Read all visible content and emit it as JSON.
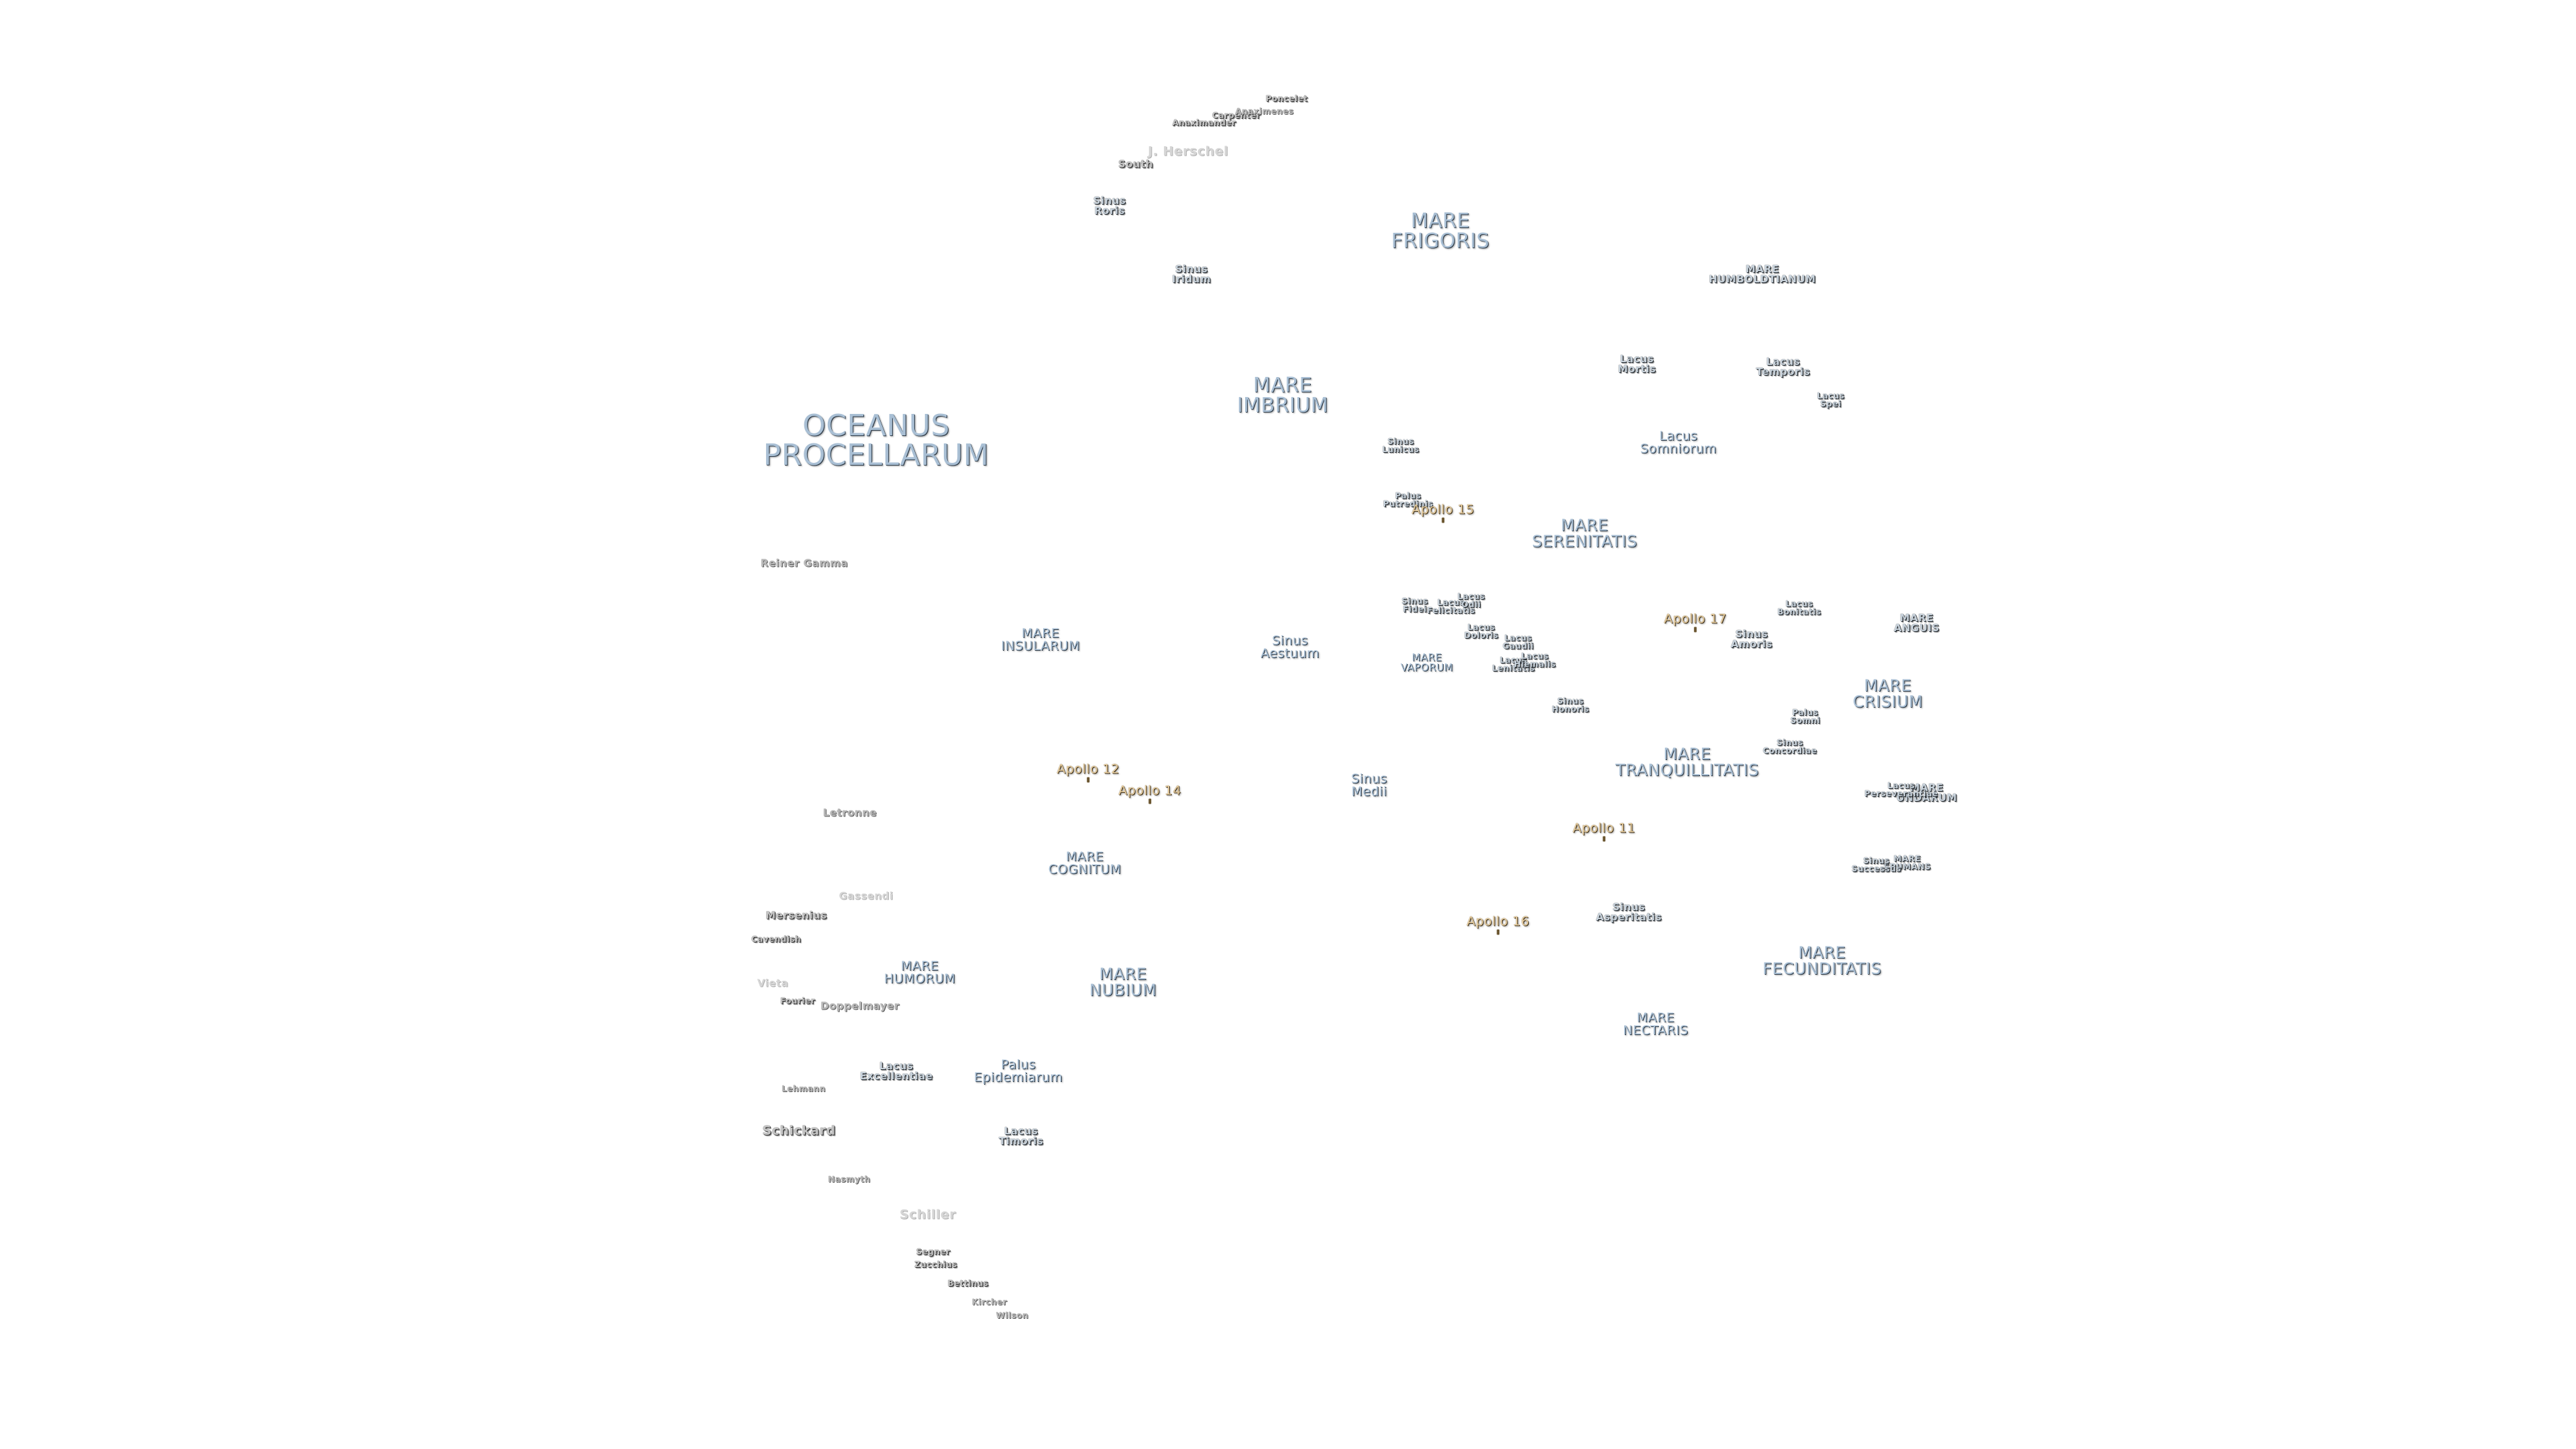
{
  "maria": {
    "oceanus_procellarum": "OCEANUS\nPROCELLARUM",
    "mare_frigoris": "MARE\nFRIGORIS",
    "mare_imbrium": "MARE\nIMBRIUM",
    "mare_serenitatis": "MARE\nSERENITATIS",
    "mare_tranquillitatis": "MARE\nTRANQUILLITATIS",
    "mare_crisium": "MARE\nCRISIUM",
    "mare_fecunditatis": "MARE\nFECUNDITATIS",
    "mare_nectaris": "MARE\nNECTARIS",
    "mare_nubium": "MARE\nNUBIUM",
    "mare_humorum": "MARE\nHUMORUM",
    "mare_cognitum": "MARE\nCOGNITUM",
    "mare_insularum": "MARE\nINSULARUM",
    "mare_vaporum": "MARE\nVAPORUM",
    "mare_humboldtianum": "MARE\nHUMBOLDTIANUM",
    "mare_anguis": "MARE\nANGUIS",
    "mare_undarum": "MARE\nUNDARUM",
    "mare_spumans": "MARE\nSPUMANS"
  },
  "features": {
    "sinus_roris": "Sinus\nRoris",
    "sinus_iridum": "Sinus\nIridum",
    "sinus_aestuum": "Sinus\nAestuum",
    "sinus_medii": "Sinus\nMedii",
    "sinus_lunicus": "Sinus\nLunicus",
    "sinus_fidei": "Sinus\nFidei",
    "sinus_honoris": "Sinus\nHonoris",
    "sinus_amoris": "Sinus\nAmoris",
    "sinus_concordiae": "Sinus\nConcordiae",
    "sinus_successus": "Sinus\nSuccessus",
    "sinus_asperitatis": "Sinus\nAsperitatis",
    "lacus_mortis": "Lacus\nMortis",
    "lacus_temporis": "Lacus\nTemporis",
    "lacus_spei": "Lacus\nSpei",
    "lacus_somniorum": "Lacus\nSomniorum",
    "lacus_felicitatis": "Lacus\nFelicitatis",
    "lacus_odii": "Lacus\nOdii",
    "lacus_doloris": "Lacus\nDoloris",
    "lacus_gaudii": "Lacus\nGaudii",
    "lacus_lenitatis": "Lacus\nLenitatis",
    "lacus_hiemalis": "Lacus\nHiemalis",
    "lacus_bonitatis": "Lacus\nBonitatis",
    "lacus_perseverantiae": "Lacus\nPerseverantiae",
    "lacus_excellentiae": "Lacus\nExcellentiae",
    "lacus_timoris": "Lacus\nTimoris",
    "palus_putredinis": "Palus\nPutredinis",
    "palus_somni": "Palus\nSomni",
    "palus_epidemiarum": "Palus\nEpidemiarum"
  },
  "craters": {
    "poncelet": "Poncelet",
    "carpenter": "Carpenter",
    "anaximenes": "Anaximenes",
    "anaximander": "Anaximander",
    "j_herschel": "J. Herschel",
    "south": "South",
    "reiner_gamma": "Reiner Gamma",
    "letronne": "Letronne",
    "gassendi": "Gassendi",
    "mersenius": "Mersenius",
    "cavendish": "Cavendish",
    "vieta": "Vieta",
    "fourier": "Fourier",
    "doppelmayer": "Doppelmayer",
    "lehmann": "Lehmann",
    "schickard": "Schickard",
    "nasmyth": "Nasmyth",
    "schiller": "Schiller",
    "segner": "Segner",
    "zucchius": "Zucchius",
    "bettinus": "Bettinus",
    "kircher": "Kircher",
    "wilson": "Wilson"
  },
  "landing_sites": {
    "apollo_11": "Apollo 11",
    "apollo_12": "Apollo 12",
    "apollo_14": "Apollo 14",
    "apollo_15": "Apollo 15",
    "apollo_16": "Apollo 16",
    "apollo_17": "Apollo 17"
  },
  "colors": {
    "background": "#ffffff",
    "mare_label": "#a9bfd4",
    "apollo_label": "#e9cfa0",
    "crater_label": "#b8b8b8"
  }
}
